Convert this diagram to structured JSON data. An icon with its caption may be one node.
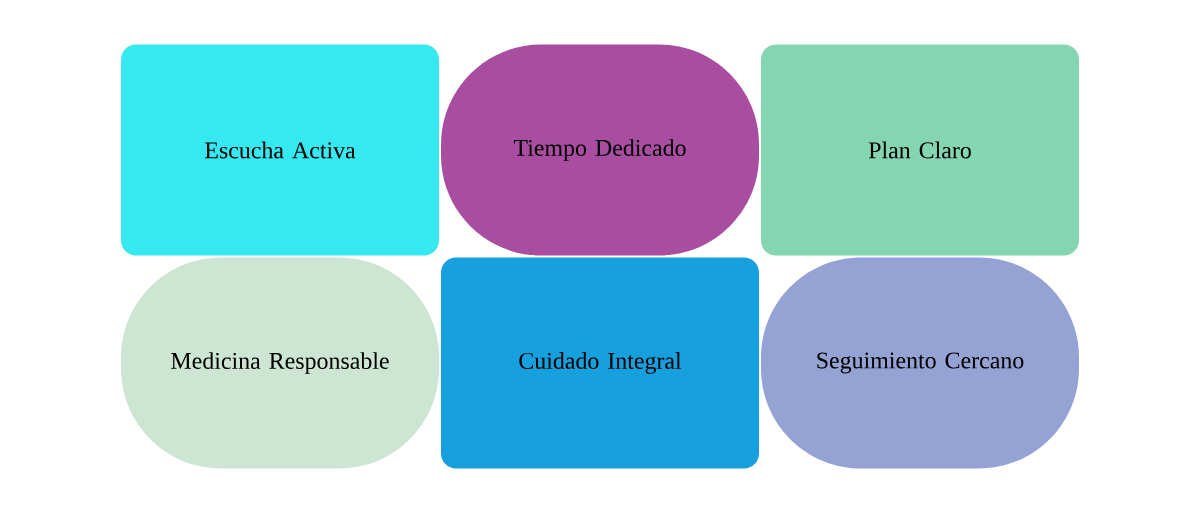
{
  "diagram": {
    "nodes": [
      {
        "text": [
          "Escucha Activa"
        ]
      },
      {
        "text": [
          "Tiempo Dedicado"
        ]
      },
      {
        "text": [
          "Plan Claro"
        ]
      },
      {
        "text": [
          "Medicina Responsable"
        ]
      },
      {
        "text": [
          "Cuidado Integral"
        ]
      },
      {
        "text": [
          "Seguimiento Cercano"
        ]
      }
    ]
  }
}
